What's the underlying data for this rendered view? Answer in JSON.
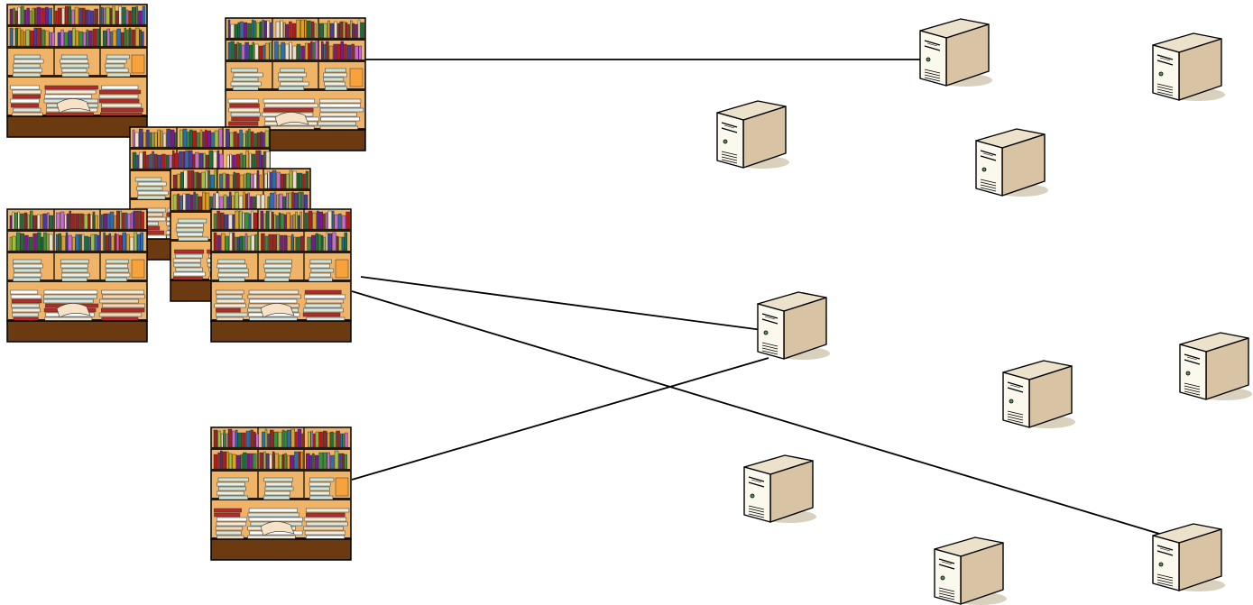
{
  "diagram": {
    "background": "#ffffff",
    "colors": {
      "line": "#000000",
      "shelf_frame": "#000000",
      "shelf_wood": "#f0b468",
      "shelf_base": "#6b3a10",
      "server_front": "#fbf8ee",
      "server_side": "#d8c4a4",
      "server_top": "#ece2cc",
      "server_shadow": "#d9d1bd"
    },
    "bookcases": [
      {
        "id": "bookcase-1",
        "icon": "bookcase-icon"
      },
      {
        "id": "bookcase-2",
        "icon": "bookcase-icon"
      },
      {
        "id": "bookcase-3",
        "icon": "bookcase-icon"
      },
      {
        "id": "bookcase-4",
        "icon": "bookcase-icon"
      },
      {
        "id": "bookcase-5",
        "icon": "bookcase-icon"
      },
      {
        "id": "bookcase-6",
        "icon": "bookcase-icon"
      },
      {
        "id": "bookcase-7",
        "icon": "bookcase-icon"
      }
    ],
    "servers": [
      {
        "id": "server-1",
        "icon": "server-icon"
      },
      {
        "id": "server-2",
        "icon": "server-icon"
      },
      {
        "id": "server-3",
        "icon": "server-icon"
      },
      {
        "id": "server-4",
        "icon": "server-icon"
      },
      {
        "id": "server-5",
        "icon": "server-icon"
      },
      {
        "id": "server-6",
        "icon": "server-icon"
      },
      {
        "id": "server-7",
        "icon": "server-icon"
      },
      {
        "id": "server-8",
        "icon": "server-icon"
      },
      {
        "id": "server-9",
        "icon": "server-icon"
      },
      {
        "id": "server-10",
        "icon": "server-icon"
      }
    ],
    "connections": [
      {
        "from": "bookcase-2",
        "to": "server-1"
      },
      {
        "from": "bookcase-6",
        "to": "server-5"
      },
      {
        "from": "bookcase-6",
        "to": "server-10"
      },
      {
        "from": "bookcase-7",
        "to": "server-5"
      }
    ]
  }
}
